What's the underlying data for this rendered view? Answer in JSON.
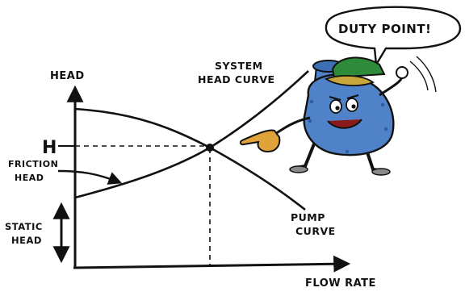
{
  "labels": {
    "head_axis": "HEAD",
    "flow_axis": "FLOW RATE",
    "h_marker": "H",
    "friction_line1": "FRICTION",
    "friction_line2": "HEAD",
    "static_line1": "STATIC",
    "static_line2": "HEAD",
    "system_line1": "SYSTEM",
    "system_line2": "HEAD CURVE",
    "pump_line1": "PUMP",
    "pump_line2": "CURVE",
    "speech": "DUTY POINT!"
  },
  "colors": {
    "ink": "#111111",
    "pump_body": "#4f82c8",
    "pump_body_dark": "#2f5c9a",
    "cap_green": "#2e8b3a",
    "cap_brim": "#c8a63a",
    "hand": "#e0a33a",
    "dot": "#111111"
  },
  "icons": {
    "character": "pump-mascot",
    "pointer": "pointing-hand-icon"
  }
}
